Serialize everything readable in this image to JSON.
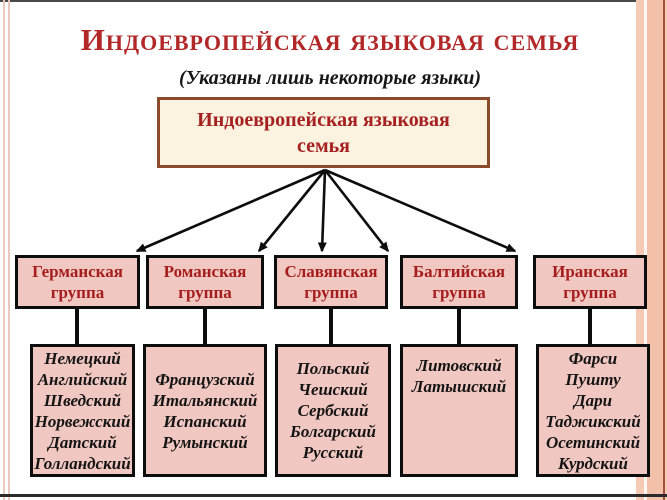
{
  "slide": {
    "title": "Индоевропейская языковая семья",
    "subtitle": "(Указаны лишь некоторые языки)"
  },
  "root": {
    "label": "Индоевропейская языковая семья"
  },
  "groups": [
    {
      "name": "Германская группа",
      "languages": [
        "Немецкий",
        "Английский",
        "Шведский",
        "Норвежский",
        "Датский",
        "Голландский"
      ]
    },
    {
      "name": "Романская группа",
      "languages": [
        "Французский",
        "Итальянский",
        "Испанский",
        "Румынский"
      ]
    },
    {
      "name": "Славянская группа",
      "languages": [
        "Польский",
        "Чешский",
        "Сербский",
        "Болгарский",
        "Русский"
      ]
    },
    {
      "name": "Балтийская группа",
      "languages": [
        "Литовский",
        "Латышский"
      ]
    },
    {
      "name": "Иранская группа",
      "languages": [
        "Фарси",
        "Пушту",
        "Дари",
        "Таджикский",
        "Осетинский",
        "Курдский"
      ]
    }
  ],
  "colors": {
    "title_red": "#b22828",
    "node_text_red": "#a51d1d",
    "pink_fill": "#f1c7c1",
    "root_fill": "#fbf2e0",
    "root_border": "#8b4a2b",
    "border_black": "#0d0d0d",
    "accent_salmon": "#f6cbb5"
  }
}
